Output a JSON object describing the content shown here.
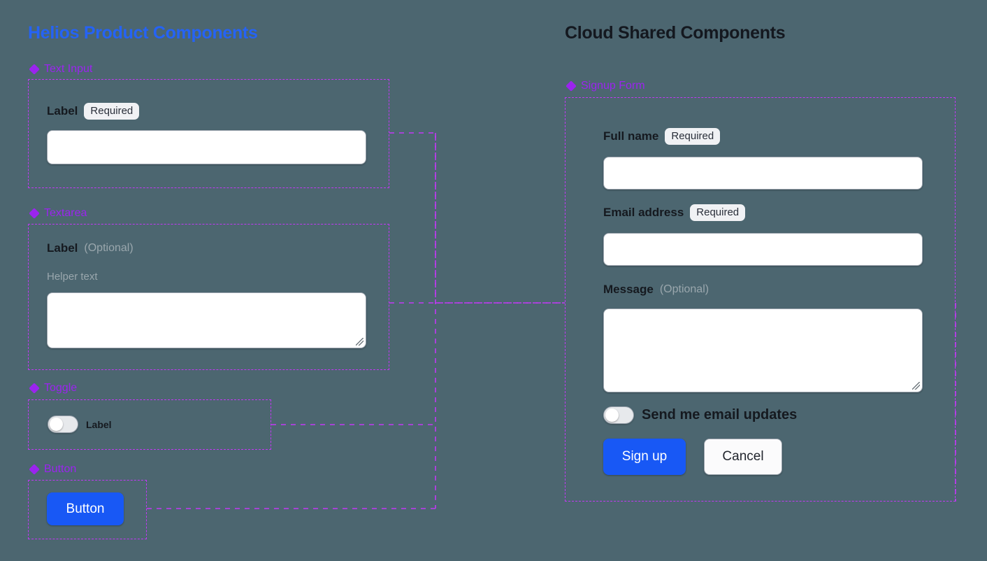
{
  "page": {
    "background_color": "#4c6670",
    "accent_blue": "#2563f5",
    "accent_purple": "#9b24ef",
    "connector_color": "#c238f5"
  },
  "columns": {
    "left": {
      "title": "Helios Product Components",
      "title_color": "#2563f5"
    },
    "right": {
      "title": "Cloud Shared Components",
      "title_color": "#14181f"
    }
  },
  "left_sections": [
    {
      "icon": "diamond-cluster-icon",
      "label": "Text Input"
    },
    {
      "icon": "diamond-cluster-icon",
      "label": "Textarea"
    },
    {
      "icon": "diamond-cluster-icon",
      "label": "Toggle"
    },
    {
      "icon": "diamond-cluster-icon",
      "label": "Button"
    }
  ],
  "text_input": {
    "label": "Label",
    "badge": "Required",
    "value": "",
    "placeholder": ""
  },
  "textarea": {
    "label": "Label",
    "optional": "(Optional)",
    "helper": "Helper text",
    "value": "",
    "placeholder": ""
  },
  "toggle": {
    "label": "Label",
    "state": "off"
  },
  "button": {
    "label": "Button"
  },
  "right_sections": [
    {
      "icon": "diamond-cluster-icon",
      "label": "Signup Form"
    }
  ],
  "signup_form": {
    "full_name": {
      "label": "Full name",
      "badge": "Required",
      "value": "",
      "placeholder": ""
    },
    "email": {
      "label": "Email address",
      "badge": "Required",
      "value": "",
      "placeholder": ""
    },
    "message": {
      "label": "Message",
      "optional": "(Optional)",
      "value": "",
      "placeholder": ""
    },
    "email_updates_toggle": {
      "label": "Send me email updates",
      "state": "off"
    },
    "submit_label": "Sign up",
    "cancel_label": "Cancel"
  }
}
